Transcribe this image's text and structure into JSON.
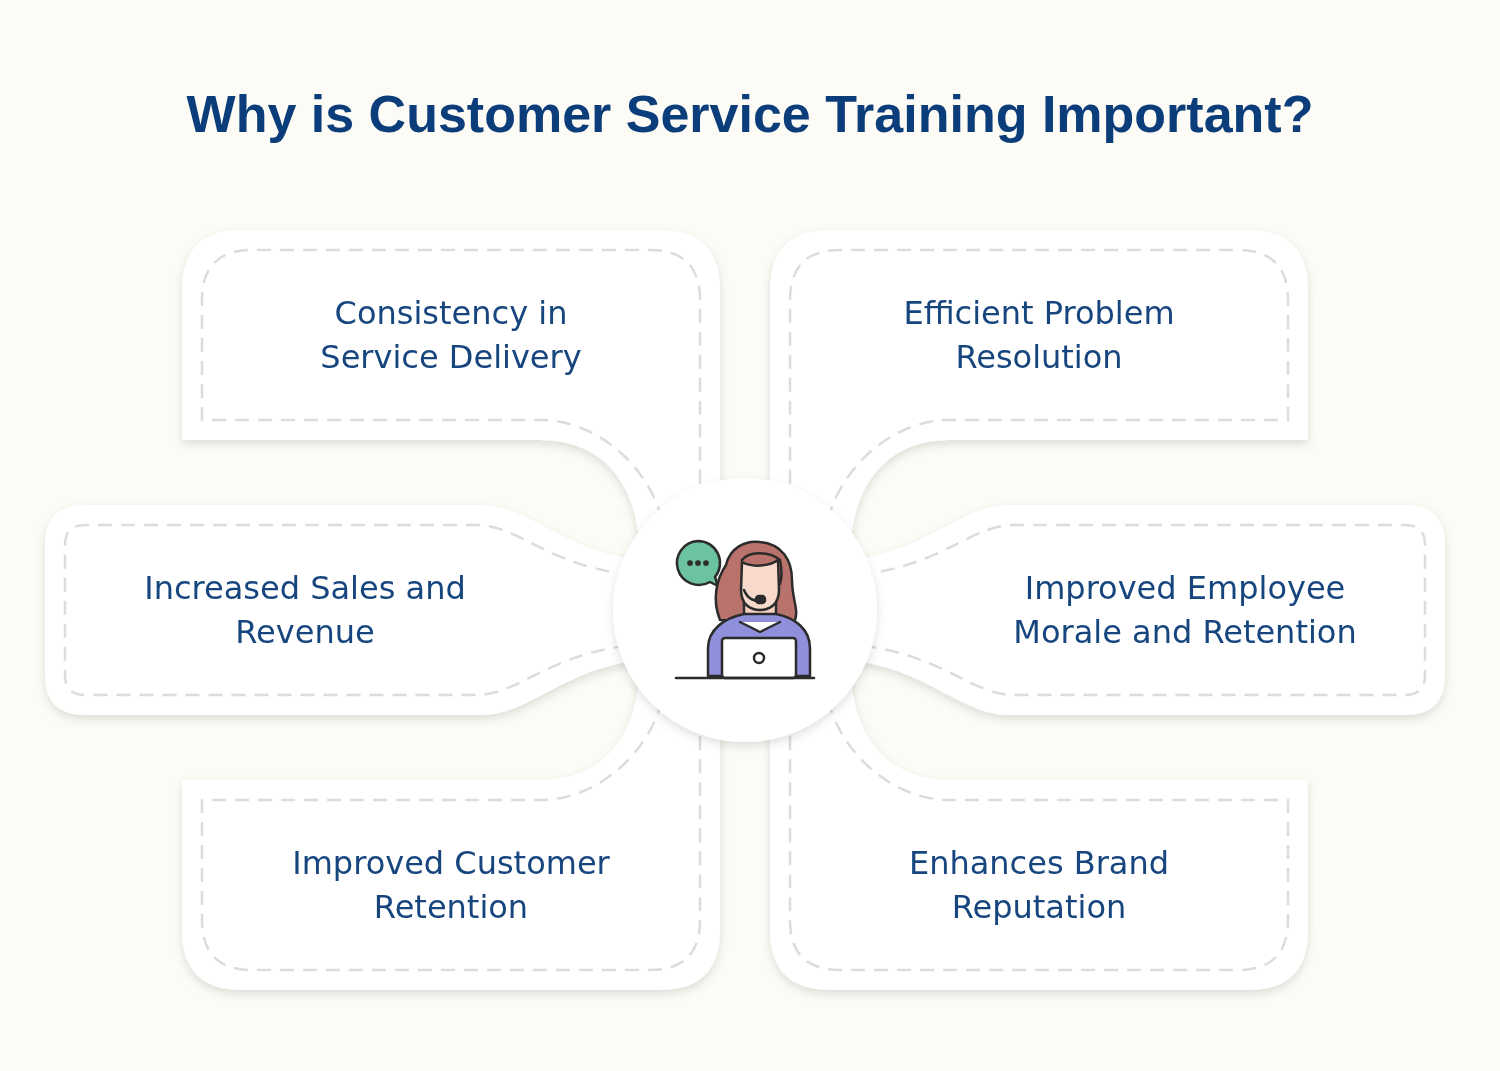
{
  "diagram": {
    "title": "Why is Customer Service Training Important?",
    "nodes": [
      {
        "text": [
          "Consistency in Service Delivery"
        ]
      },
      {
        "text": [
          "Efficient Problem Resolution"
        ]
      },
      {
        "text": [
          "Increased Sales and Revenue"
        ]
      },
      {
        "text": [
          "Improved Employee Morale and Retention"
        ]
      },
      {
        "text": [
          "Improved Customer Retention"
        ]
      },
      {
        "text": [
          "Enhances Brand Reputation"
        ]
      }
    ]
  }
}
